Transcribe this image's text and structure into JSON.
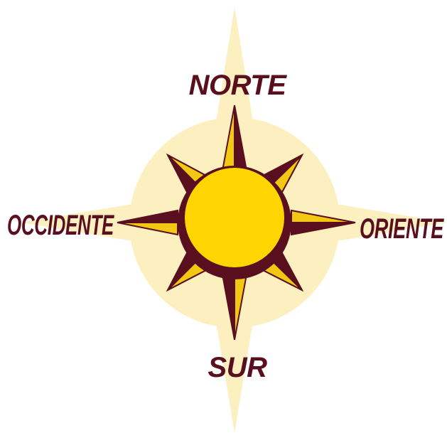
{
  "directions": {
    "north": "NORTE",
    "south": "SUR",
    "east": "ORIENTE",
    "west": "OCCIDENTE"
  },
  "colors": {
    "background_glow": "#fdf0c0",
    "sun_fill": "#ffd500",
    "ray_fill": "#f3c812",
    "outline": "#5a0f1e",
    "label": "#5a0f1e"
  }
}
